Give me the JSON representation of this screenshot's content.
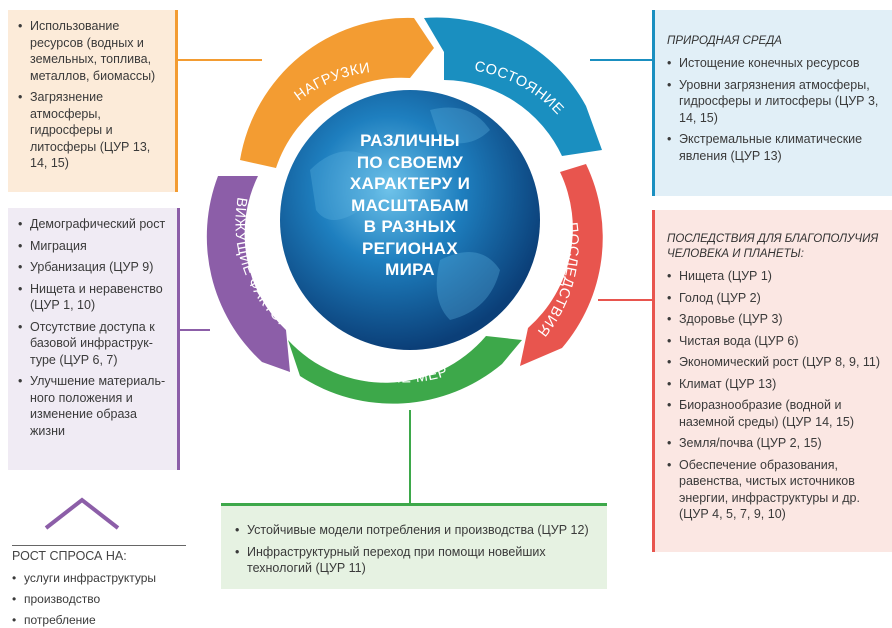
{
  "center": {
    "lines": [
      "РАЗЛИЧНЫ",
      "ПО СВОЕМУ",
      "ХАРАКТЕРУ И",
      "МАСШТАБАМ",
      "В РАЗНЫХ",
      "РЕГИОНАХ",
      "МИРА"
    ]
  },
  "cycle": {
    "pressures": "НАГРУЗКИ",
    "state": "СОСТОЯНИЕ",
    "impacts": "ПОСЛЕДСТВИЯ",
    "responses": "ОТВЕТНЫЕ МЕРЫ",
    "drivers": "ДВИЖУЩИЕ ФАКТОРЫ"
  },
  "colors": {
    "pressures": "#f39c32",
    "state": "#1a8fc0",
    "impacts": "#e8554e",
    "responses": "#3da84a",
    "drivers": "#8c5ea8"
  },
  "pressures": {
    "items": [
      "Использование ресурсов (водных и земельных, топлива, металлов, биомассы)",
      "Загрязнение атмосферы, гидросферы и литосферы (ЦУР 13, 14, 15)"
    ]
  },
  "drivers": {
    "items": [
      "Демографический рост",
      "Миграция",
      "Урбанизация (ЦУР 9)",
      "Нищета и неравенство (ЦУР 1, 10)",
      "Отсутствие доступа к базовой инфраструк-туре (ЦУР 6, 7)",
      "Улучшение материаль-ного положения и изменение образа жизни"
    ]
  },
  "state": {
    "title": "ПРИРОДНАЯ СРЕДА",
    "items": [
      "Истощение конечных ресурсов",
      "Уровни загрязнения атмосферы, гидросферы и литосферы (ЦУР 3, 14, 15)",
      "Экстремальные климатические явления (ЦУР 13)"
    ]
  },
  "impacts": {
    "title": "ПОСЛЕДСТВИЯ ДЛЯ БЛАГОПОЛУЧИЯ ЧЕЛОВЕКА И ПЛАНЕТЫ:",
    "items": [
      "Нищета (ЦУР 1)",
      "Голод (ЦУР 2)",
      "Здоровье (ЦУР 3)",
      "Чистая вода (ЦУР 6)",
      "Экономический рост (ЦУР 8, 9, 11)",
      "Климат (ЦУР 13)",
      "Биоразнообразие (водной и наземной среды) (ЦУР 14, 15)",
      "Земля/почва (ЦУР 2, 15)",
      "Обеспечение образования, равенства, чистых источников энергии, инфраструктуры и др. (ЦУР 4, 5, 7, 9, 10)"
    ]
  },
  "responses": {
    "items": [
      "Устойчивые модели потребления и производства (ЦУР 12)",
      "Инфраструктурный переход при помощи новейших технологий (ЦУР 11)"
    ]
  },
  "demand": {
    "title": "РОСТ СПРОСА НА:",
    "items": [
      "услуги инфраструктуры",
      "производство",
      "потребление"
    ]
  }
}
